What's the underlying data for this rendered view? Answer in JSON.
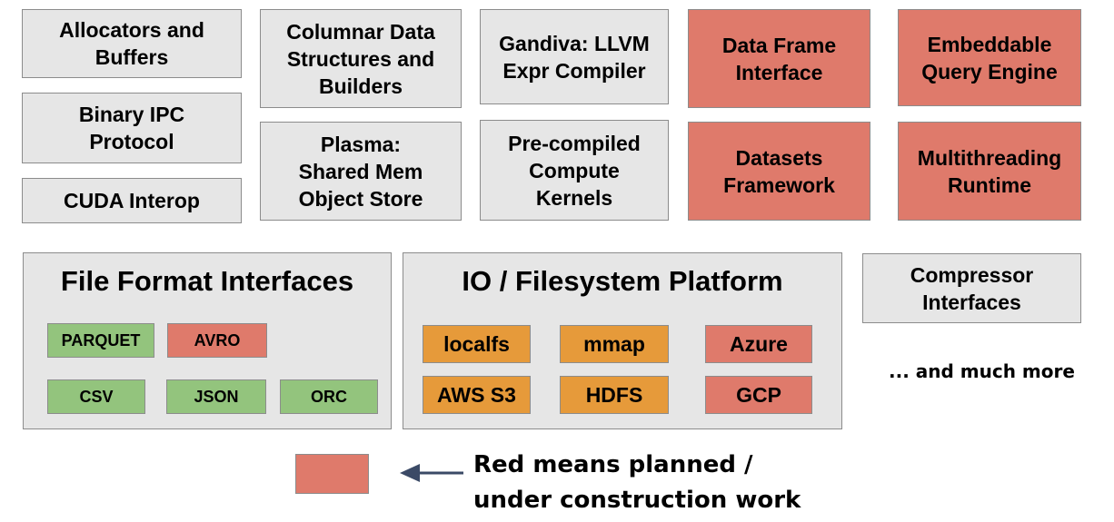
{
  "components": {
    "allocators": "Allocators and\nBuffers",
    "binary_ipc": "Binary IPC\nProtocol",
    "cuda": "CUDA Interop",
    "columnar": "Columnar Data\nStructures and\nBuilders",
    "plasma": "Plasma:\nShared Mem\nObject Store",
    "gandiva": "Gandiva: LLVM\nExpr Compiler",
    "kernels": "Pre-compiled\nCompute\nKernels",
    "data_frame": "Data Frame\nInterface",
    "datasets": "Datasets\nFramework",
    "query_engine": "Embeddable\nQuery Engine",
    "multithreading": "Multithreading\nRuntime",
    "compressor": "Compressor\nInterfaces"
  },
  "file_formats": {
    "title": "File Format Interfaces",
    "items": [
      "PARQUET",
      "AVRO",
      "CSV",
      "JSON",
      "ORC"
    ]
  },
  "io_platform": {
    "title": "IO / Filesystem Platform",
    "items": [
      "localfs",
      "mmap",
      "Azure",
      "AWS S3",
      "HDFS",
      "GCP"
    ]
  },
  "more_text": "... and much more",
  "legend": {
    "line1": "Red means planned /",
    "line2": "under construction work"
  },
  "colors": {
    "existing": "#e6e6e6",
    "planned": "#df7a6b",
    "file_format": "#93c47d",
    "filesystem": "#e69a3a"
  }
}
